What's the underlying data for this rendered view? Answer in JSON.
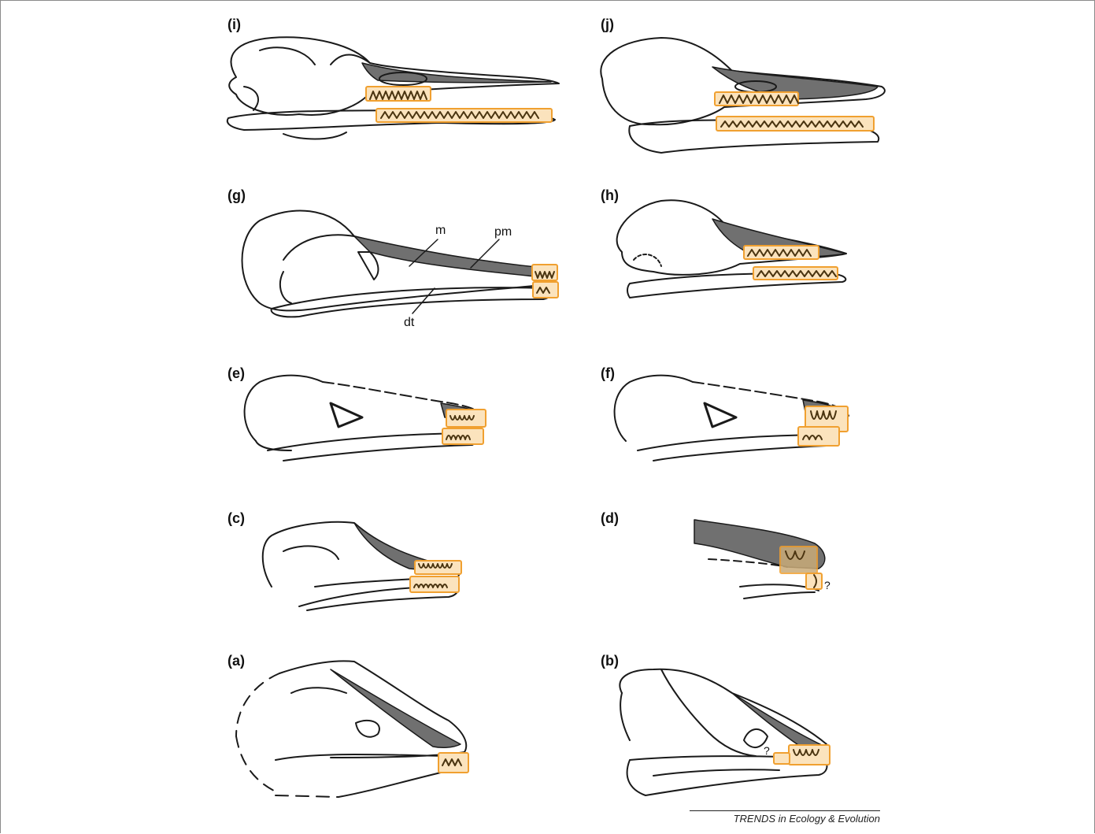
{
  "panels": [
    {
      "id": "i",
      "label": "(i)"
    },
    {
      "id": "j",
      "label": "(j)"
    },
    {
      "id": "g",
      "label": "(g)"
    },
    {
      "id": "h",
      "label": "(h)"
    },
    {
      "id": "e",
      "label": "(e)"
    },
    {
      "id": "f",
      "label": "(f)"
    },
    {
      "id": "c",
      "label": "(c)"
    },
    {
      "id": "d",
      "label": "(d)"
    },
    {
      "id": "a",
      "label": "(a)"
    },
    {
      "id": "b",
      "label": "(b)"
    }
  ],
  "annotations": {
    "m": "m",
    "pm": "pm",
    "dt": "dt",
    "uncertain_d": "?",
    "uncertain_b": "?"
  },
  "credit": "TRENDS in Ecology & Evolution",
  "colors": {
    "premaxilla_fill": "#707070",
    "tooth_box_stroke": "#f0a030",
    "tooth_box_fill": "#fbe3bd",
    "tooth": "#4a3410",
    "outline": "#1a1a1a"
  }
}
